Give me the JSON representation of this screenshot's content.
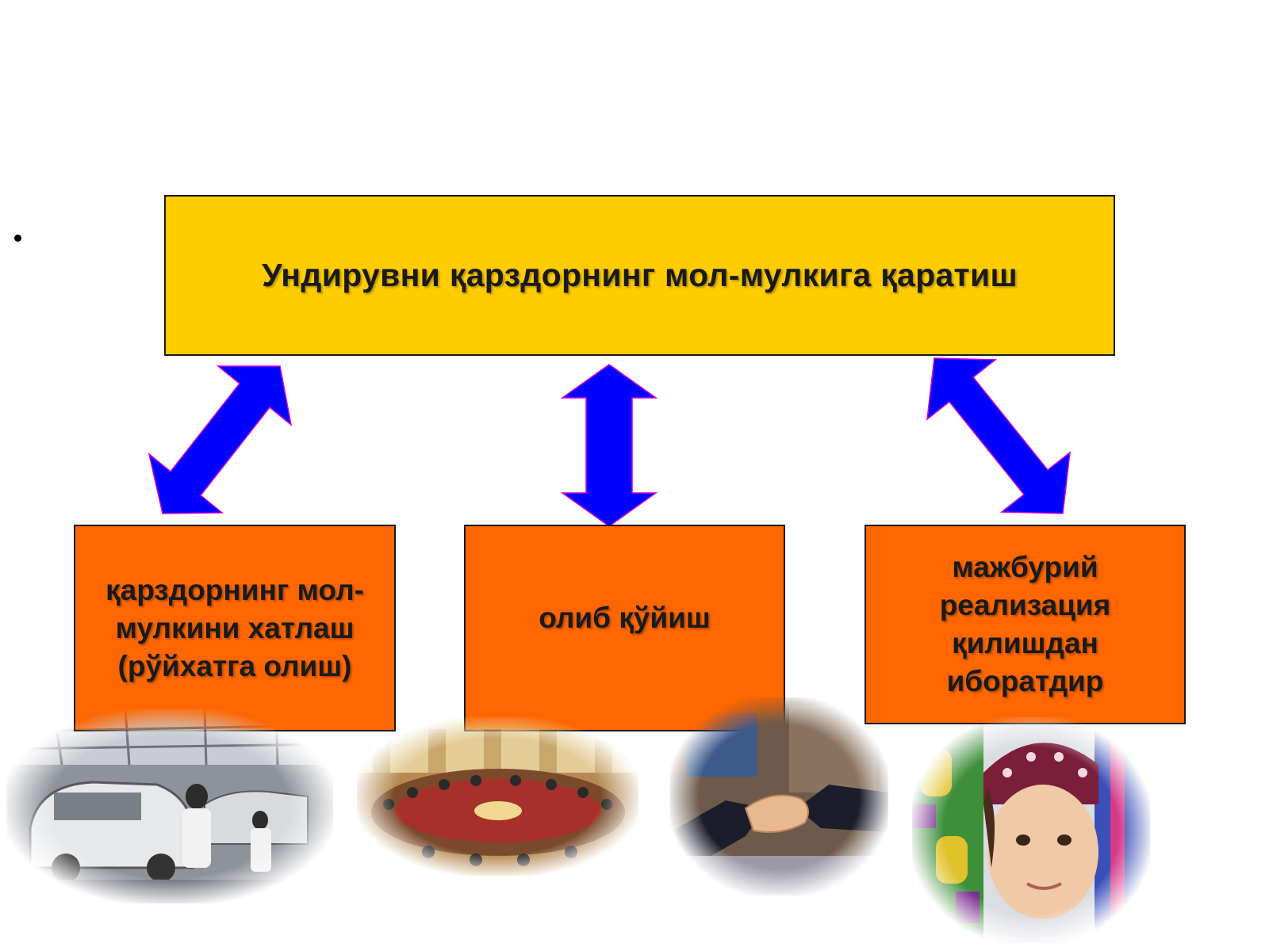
{
  "diagram": {
    "top_box": {
      "label": "Ундирувни қарздорнинг мол-мулкига қаратиш",
      "fill": "#FFCC00"
    },
    "sub_boxes": [
      {
        "label": "қарздорнинг мол-\nмулкини хатлаш\n(рўйхатга олиш)",
        "fill": "#FF6600"
      },
      {
        "label": "олиб қўйиш",
        "fill": "#FF6600"
      },
      {
        "label": "мажбурий\nреализация\nқилишдан\nиборатдир",
        "fill": "#FF6600"
      }
    ],
    "arrow_color": "#0000FF",
    "arrow_outline": "#CC00CC"
  },
  "photos": [
    {
      "icon": "car-factory-photo"
    },
    {
      "icon": "conference-hall-photo"
    },
    {
      "icon": "handshake-photo"
    },
    {
      "icon": "child-with-fabric-photo"
    }
  ]
}
